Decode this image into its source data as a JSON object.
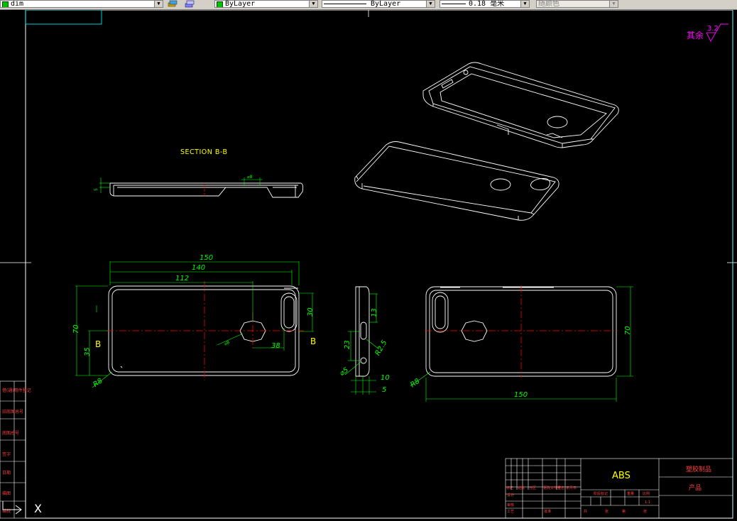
{
  "toolbar": {
    "layer_name": "dim",
    "color_value": "ByLayer",
    "linetype_value": "ByLayer",
    "lineweight_value": "0.18 毫米",
    "plotstyle_value": "随颜色"
  },
  "drawing": {
    "roughness_label": "其余",
    "roughness_value": "3.2",
    "section_title": "SECTION B-B",
    "section_marker": "B",
    "front_dims": {
      "overall_width": "150",
      "width_140": "140",
      "width_112": "112",
      "height": "70",
      "half_height": "35",
      "hole_offset": "38",
      "slot_height": "30",
      "corner_radius": "R8",
      "hole_callout": "⌀8"
    },
    "side_dims": {
      "d13": "13",
      "d23": "23",
      "r": "R2.5",
      "d5dia": "⌀5",
      "d10": "10",
      "d5": "5"
    },
    "back_dims": {
      "overall_width": "150",
      "height": "70",
      "corner_radius": "R8"
    },
    "section_dim": "⌀8",
    "side_left_dim": "5"
  },
  "title_block": {
    "material": "ABS",
    "company": "塑胶制品",
    "part_name": "产品",
    "header_labels": [
      "标记",
      "处数",
      "分区",
      "更改文件号",
      "签名",
      "年月日"
    ],
    "row_labels": [
      "设计",
      "审核",
      "工艺",
      "批准"
    ],
    "stage_labels": [
      "阶段标记",
      "重量",
      "比例"
    ],
    "sheet_labels": [
      "共",
      "张",
      "第",
      "张"
    ],
    "scale": "1:1"
  },
  "side_panel": {
    "labels": [
      "借(通)用件登记",
      "旧底图总号",
      "底图总号",
      "签字",
      "日期",
      "描图",
      "描校"
    ]
  },
  "ucs_label": "X",
  "colors": {
    "background": "#000000",
    "geometry": "#ffffff",
    "dimension": "#00ff00",
    "centerline": "#ff0000",
    "text": "#ffff00",
    "roughness": "#ff00ff",
    "frame": "#00ffff"
  }
}
